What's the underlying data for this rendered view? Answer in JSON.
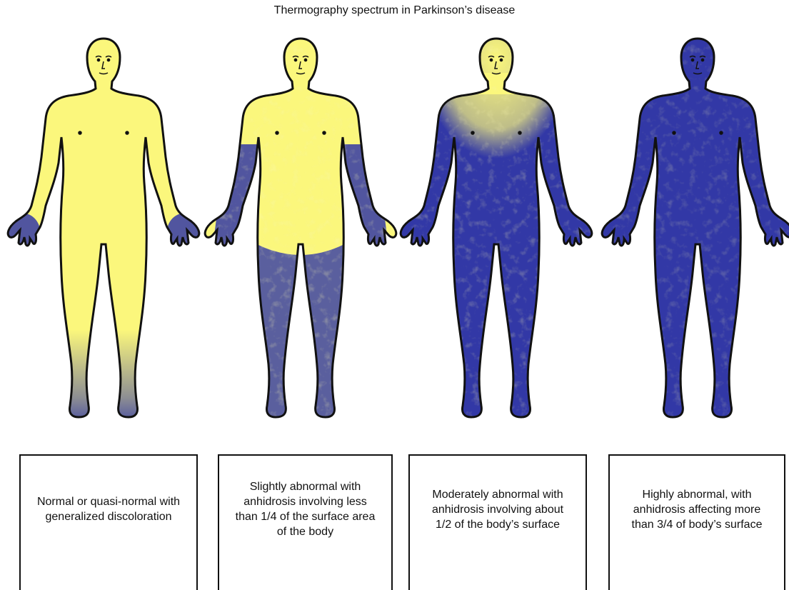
{
  "title": "Thermography spectrum in Parkinson’s disease",
  "colors": {
    "warm": "#fbf77c",
    "cold": "#3238a6",
    "outline": "#111111"
  },
  "stages": [
    {
      "label": "Normal or quasi-normal with generalized discoloration",
      "anhidrosis_extent": "minimal: hands, lower shins and feet"
    },
    {
      "label": "Slightly abnormal with anhidrosis involving less than 1/4 of the surface area of the body",
      "anhidrosis_extent": "forearms, hands, thighs and legs"
    },
    {
      "label": "Moderately abnormal with anhidrosis involving about 1/2 of the body’s surface",
      "anhidrosis_extent": "most of body except head and upper chest"
    },
    {
      "label": "Highly abnormal, with anhidrosis affecting more than 3/4 of body’s surface",
      "anhidrosis_extent": "nearly entire body"
    }
  ]
}
